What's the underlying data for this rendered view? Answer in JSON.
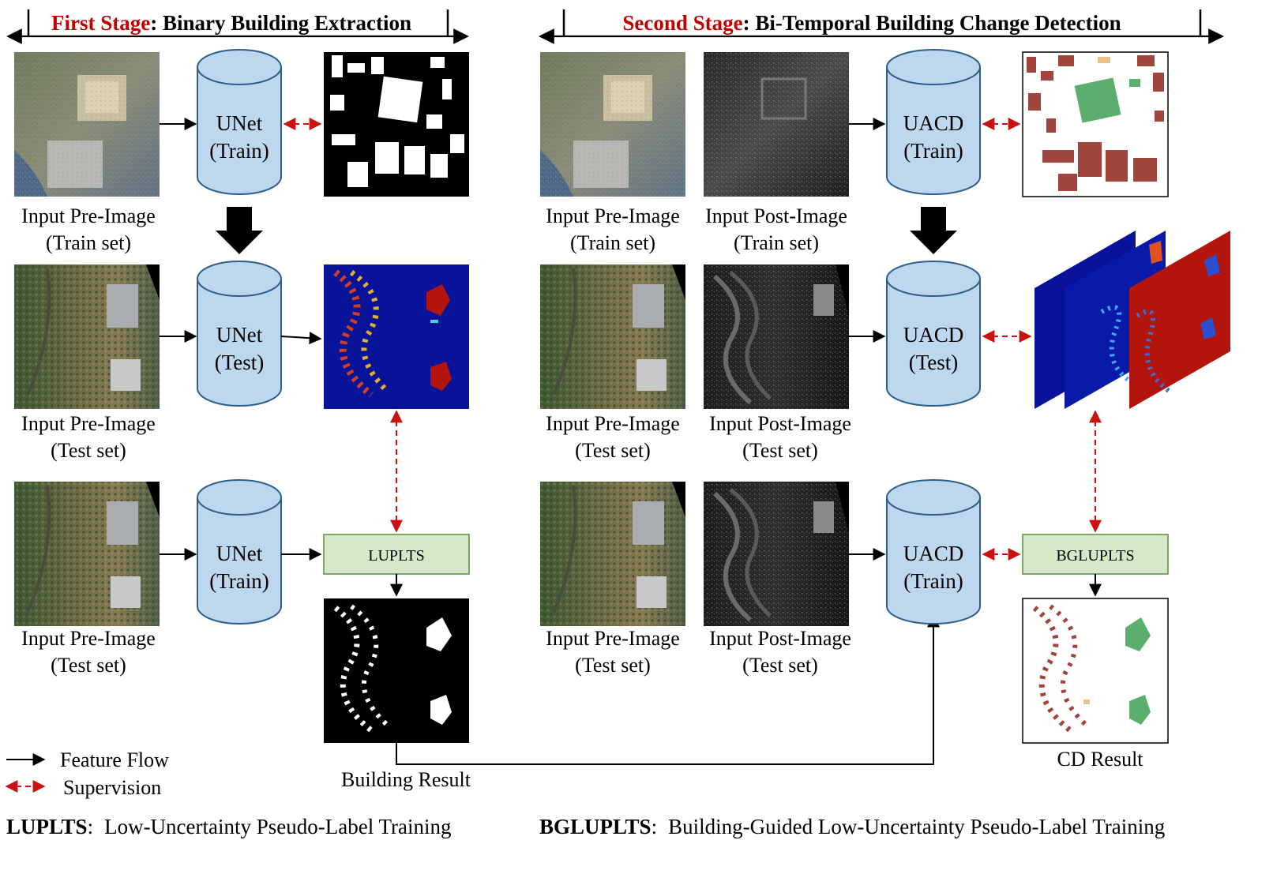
{
  "stage1": {
    "title_colored": "First Stage",
    "title_rest": ": Binary Building Extraction"
  },
  "stage2": {
    "title_colored": "Second Stage",
    "title_rest": ": Bi-Temporal Building Change Detection"
  },
  "models": {
    "unet_train_top": [
      "UNet",
      "(Train)"
    ],
    "unet_test": [
      "UNet",
      "(Test)"
    ],
    "unet_train_bottom": [
      "UNet",
      "(Train)"
    ],
    "uacd_train_top": [
      "UACD",
      "(Train)"
    ],
    "uacd_test": [
      "UACD",
      "(Test)"
    ],
    "uacd_train_bottom": [
      "UACD",
      "(Train)"
    ]
  },
  "captions": {
    "s1_pre_train": [
      "Input Pre-Image",
      "(Train set)"
    ],
    "s1_pre_test": [
      "Input Pre-Image",
      "(Test set)"
    ],
    "s1_pre_test_bottom": [
      "Input Pre-Image",
      "(Test set)"
    ],
    "s2_pre_train": [
      "Input Pre-Image",
      "(Train set)"
    ],
    "s2_post_train": [
      "Input Post-Image",
      "(Train set)"
    ],
    "s2_pre_test": [
      "Input Pre-Image",
      "(Test set)"
    ],
    "s2_post_test": [
      "Input Post-Image",
      "(Test set)"
    ],
    "s2_pre_test_bottom": [
      "Input Pre-Image",
      "(Test set)"
    ],
    "s2_post_test_bottom": [
      "Input Post-Image",
      "(Test set)"
    ],
    "building_result": "Building Result",
    "cd_result": "CD Result"
  },
  "boxes": {
    "luplts": "LUPLTS",
    "bgluplts": "BGLUPLTS"
  },
  "legend": {
    "feature_flow": "Feature Flow",
    "supervision": "Supervision"
  },
  "definitions": {
    "luplts_term": "LUPLTS",
    "luplts_sep": ":",
    "luplts_desc": "Low-Uncertainty Pseudo-Label Training",
    "bgluplts_term": "BGLUPLTS",
    "bgluplts_sep": ":",
    "bgluplts_desc": "Building-Guided Low-Uncertainty Pseudo-Label Training"
  },
  "colors": {
    "stage_title_red": "#c00000",
    "cylinder_fill": "#bdd7ee",
    "cylinder_stroke": "#2e5f8a",
    "box_fill": "#d5e8c8",
    "box_stroke": "#5e8a3c",
    "supervision": "#cc1111",
    "building_brown": "#a0453c",
    "building_green": "#5cae6e",
    "heat_blue": "#08139a",
    "heat_red": "#b3140c"
  }
}
